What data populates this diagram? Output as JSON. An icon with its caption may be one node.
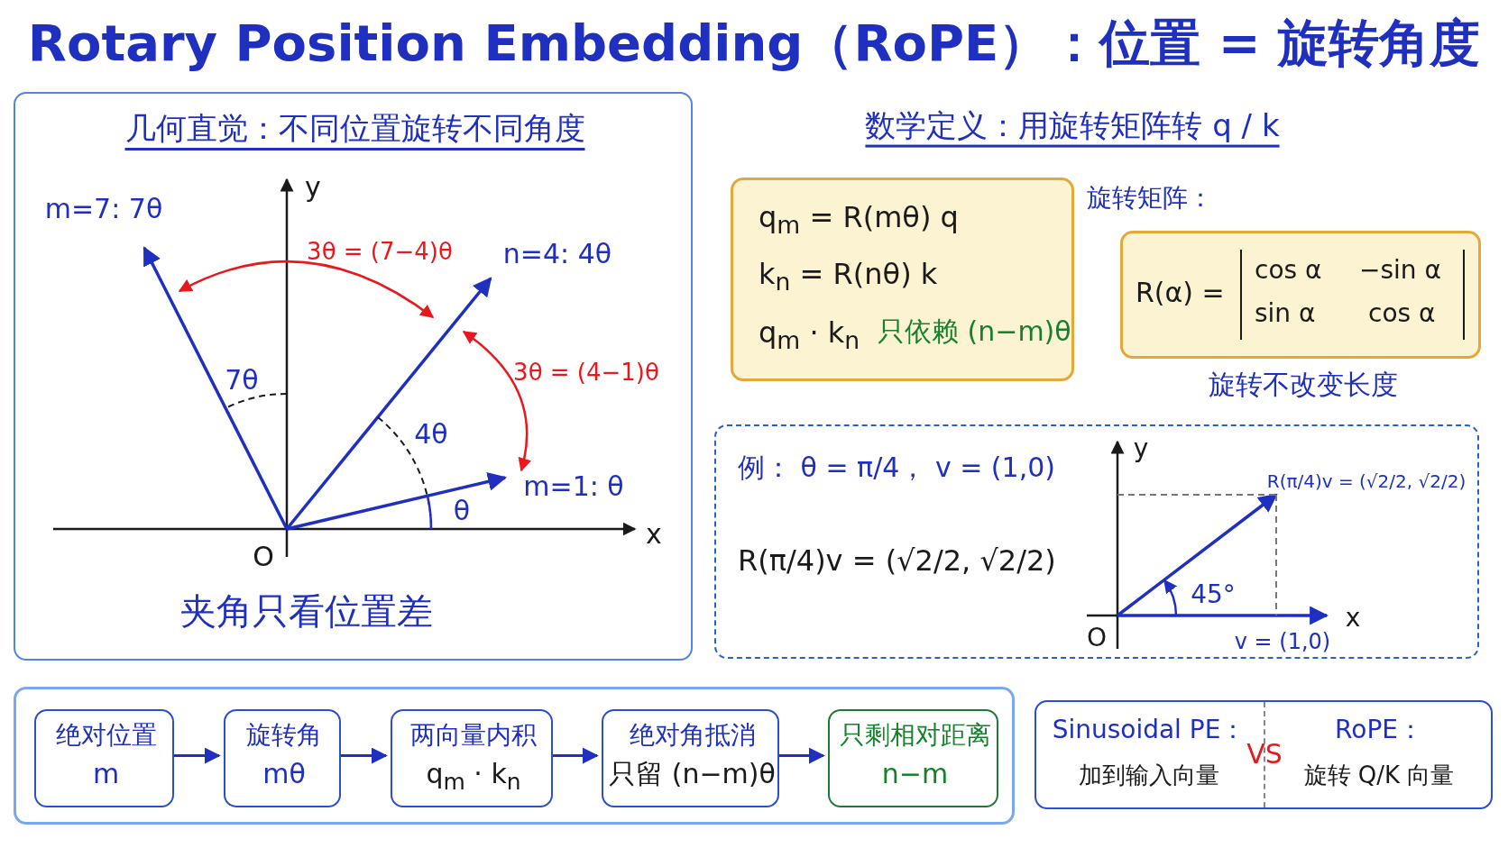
{
  "diagram": {
    "nodes": [
      {
        "text": [
          "几何直觉：不同位置旋转不同角度",
          "夹角只看位置差"
        ]
      },
      {
        "text": [
          "q$_{m}$ = R(mθ) q",
          "k$_{n}$ = R(nθ) k",
          "q$_{m}$ · k$_{n}$",
          "只依赖 (n−m)θ"
        ]
      },
      {
        "text": [
          "旋转矩阵：",
          "R(α) =",
          "cos α",
          "−sin α",
          "sin α",
          "cos α"
        ],
        "beside": [
          "旋转不改变长度"
        ]
      },
      {
        "text": [
          "例： θ = π/4， v = (1,0)",
          "R(π/4)v = (√2/2, √2/2)"
        ]
      },
      {
        "text": [],
        "shape": "box"
      },
      {
        "text": [
          "绝对位置",
          "m"
        ],
        "in": 4
      },
      {
        "text": [
          "旋转角",
          "mθ"
        ],
        "in": 4
      },
      {
        "text": [
          "两向量内积",
          "q$_{m}$ · k$_{n}$"
        ],
        "in": 4
      },
      {
        "text": [
          "绝对角抵消",
          "只留 (n−m)θ"
        ],
        "in": 4
      },
      {
        "text": [
          "只剩相对距离",
          "n−m"
        ],
        "in": 4
      },
      {
        "text": [
          "Sinusoidal PE：",
          "加到输入向量",
          "VS",
          "RoPE：",
          "旋转 Q/K 向量"
        ]
      }
    ],
    "edges": [
      {
        "from": 5,
        "to": 6,
        "arrow": "to"
      },
      {
        "from": 6,
        "to": 7,
        "arrow": "to"
      },
      {
        "from": 7,
        "to": 8,
        "arrow": "to"
      },
      {
        "from": 8,
        "to": 9,
        "arrow": "to"
      }
    ],
    "labels": [
      "Rotary Position Embedding（RoPE）：位置 = 旋转角度",
      "数学定义：用旋转矩阵转 q / k",
      "m=7: 7θ",
      "3θ = (7−4)θ",
      "n=4: 4θ",
      "y",
      "7θ",
      "3θ = (4−1)θ",
      "4θ",
      "m=1: θ",
      "θ",
      "O",
      "x",
      "y",
      "R(π/4)v = (√2/2, √2/2)",
      "45°",
      "O",
      "x",
      "v = (1,0)"
    ]
  }
}
